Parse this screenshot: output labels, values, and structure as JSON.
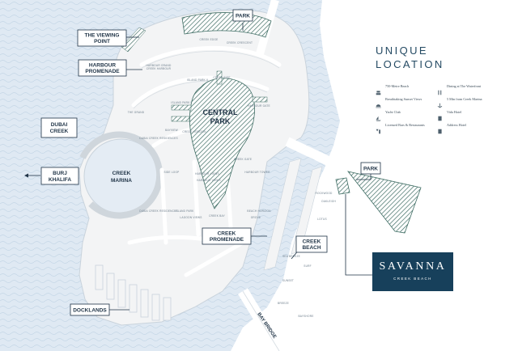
{
  "map": {
    "labels": {
      "park_top": "PARK",
      "viewing_point_1": "THE VIEWING",
      "viewing_point_2": "POINT",
      "harbour_promenade_1": "HARBOUR",
      "harbour_promenade_2": "PROMENADE",
      "dubai_creek_1": "DUBAI",
      "dubai_creek_2": "CREEK",
      "burj_khalifa_1": "BURJ",
      "burj_khalifa_2": "KHALIFA",
      "creek_marina_1": "CREEK",
      "creek_marina_2": "MARINA",
      "central_park_1": "CENTRAL",
      "central_park_2": "PARK",
      "park_right": "PARK",
      "creek_promenade_1": "CREEK",
      "creek_promenade_2": "PROMENADE",
      "creek_beach_1": "CREEK",
      "creek_beach_2": "BEACH",
      "docklands": "DOCKLANDS",
      "bay_bridge": "BAY BRIDGE"
    },
    "district_labels": [
      "CREEK EDGE",
      "CREEK CRESCENT",
      "HARBOUR GRAND",
      "CREEK HARBOUR",
      "CREEK RISE",
      "ISLAND PARK II",
      "ISLAND PARK I",
      "HARBOUR GATE",
      "THE GRAND",
      "BAYVIEW",
      "DUBAI CREEK RESIDENCES",
      "CREEK HORIZON",
      "HARBOUR VIEWS",
      "CREEK GATE",
      "SIDE LOOP",
      "DUBAI CREEK RESIDENCES",
      "LAGOON VIEWS",
      "CREEK BAY",
      "BEACH HORIZON",
      "GROVE",
      "ROCKWOOD",
      "OAKLEIGH",
      "LOTUS",
      "SEA BREEZE",
      "BAYSHORE",
      "SUNSET",
      "SURF",
      "BREEZE",
      "HARBOUR TOWER",
      "ISLAND PARK",
      "HARBOUR VIEWS"
    ]
  },
  "legend": {
    "title_line1": "UNIQUE",
    "title_line2": "LOCATION",
    "features": [
      {
        "icon": "beach-icon",
        "text": "750-Metre Beach"
      },
      {
        "icon": "dining-icon",
        "text": "Dining at The Waterfront"
      },
      {
        "icon": "sunset-icon",
        "text": "Breathtaking Sunset Views"
      },
      {
        "icon": "anchor-icon",
        "text": "5 Min from Creek Marina"
      },
      {
        "icon": "yacht-icon",
        "text": "Yacht Club"
      },
      {
        "icon": "hotel-icon",
        "text": "Vida Hotel"
      },
      {
        "icon": "bar-icon",
        "text": "Licensed Bars & Restaurants"
      },
      {
        "icon": "hotel-icon",
        "text": "Address Hotel"
      }
    ]
  },
  "brand": {
    "name": "SAVANNA",
    "subtitle": "CREEK BEACH"
  },
  "colors": {
    "water": "#dfe9f3",
    "land": "#f3f4f5",
    "park": "#3f6d64",
    "navy": "#17405b",
    "road": "#ffffff"
  }
}
